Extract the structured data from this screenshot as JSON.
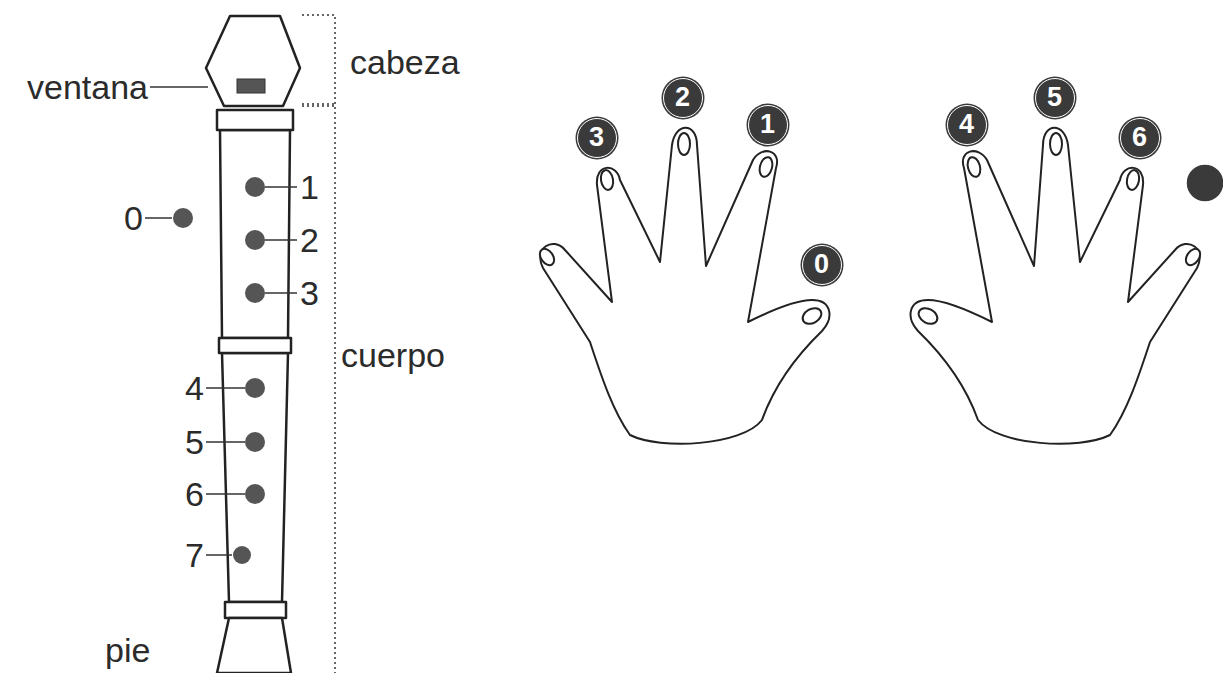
{
  "diagram": {
    "nodes": [
      {
        "text": [
          "3"
        ]
      },
      {
        "text": [
          "2"
        ]
      },
      {
        "text": [
          "1"
        ]
      },
      {
        "text": [
          "0"
        ]
      },
      {
        "text": [
          "4"
        ]
      },
      {
        "text": [
          "5"
        ]
      },
      {
        "text": [
          "6"
        ]
      }
    ],
    "labels": [
      "cabeza",
      "ventana",
      "1",
      "0",
      "2",
      "3",
      "cuerpo",
      "4",
      "5",
      "6",
      "7",
      "pie"
    ]
  }
}
